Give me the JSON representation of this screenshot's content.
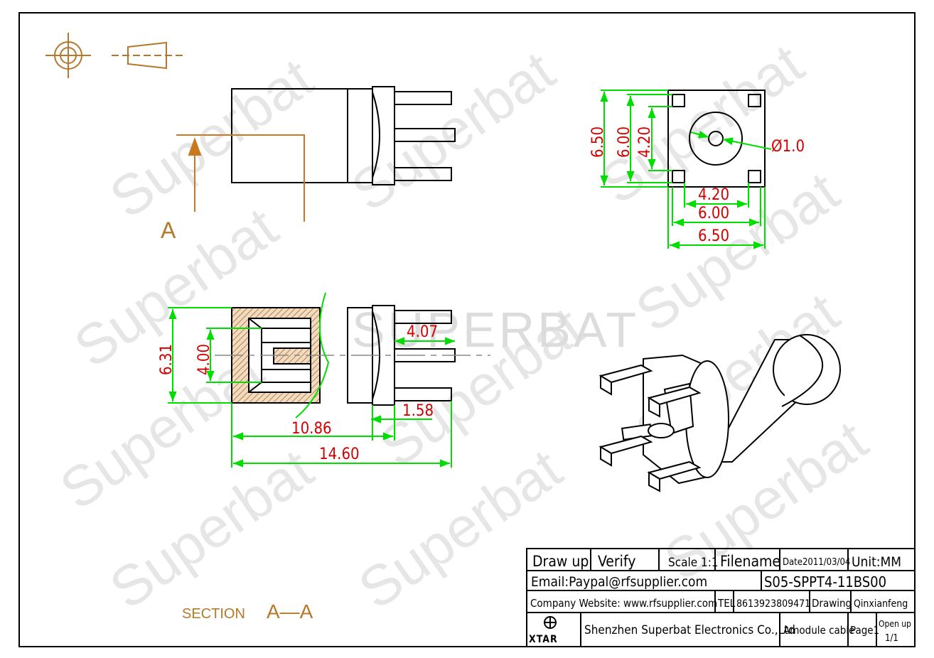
{
  "colors": {
    "outline": "#000000",
    "dimension_line": "#00dd00",
    "dimension_text": "#d40000",
    "section_marker": "#c8781e",
    "hatch": "#c89a6a",
    "watermark": "#e6e6e6"
  },
  "watermark": {
    "repeat_text": "Superbat",
    "center_text": "SUPERBAT"
  },
  "side_view": {
    "section_label": "A"
  },
  "front_view": {
    "dim_height_outer": "6.50",
    "dim_height_mid": "6.00",
    "dim_height_inner": "4.20",
    "dim_width_inner": "4.20",
    "dim_width_mid": "6.00",
    "dim_width_outer": "6.50",
    "dim_pin_diameter": "Ø1.0"
  },
  "section_view": {
    "dim_height": "6.31",
    "dim_bore": "4.00",
    "dim_pin_length": "4.07",
    "dim_flange": "1.58",
    "dim_body": "10.86",
    "dim_total": "14.60",
    "caption_prefix": "SECTION",
    "caption_id": "A—A"
  },
  "title_block": {
    "draw_up": "Draw up",
    "verify": "Verify",
    "scale": "Scale 1:1",
    "filename_label": "Filename",
    "date": "Date2011/03/04",
    "unit": "Unit:MM",
    "email": "Email:Paypal@rfsupplier.com",
    "filename": "S05-SPPT4-11BS00",
    "website": "Company Website:  www.rfsupplier.com",
    "tel_label": "TEL",
    "tel": "8613923809471",
    "drawing_label": "Drawing",
    "drawing_by": "Qinxianfeng",
    "logo_text": "XTAR",
    "company": "Shenzhen Superbat Electronics Co.,Ltd",
    "product": "Amodule cable",
    "page": "Page1",
    "open_up": "Open up",
    "open_up_value": "1/1"
  }
}
